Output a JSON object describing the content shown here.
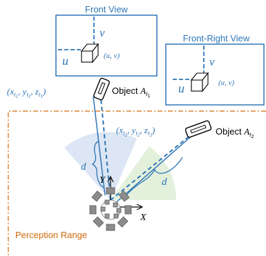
{
  "views": {
    "front": {
      "title": "Front View",
      "u": "u",
      "v": "v",
      "uv": "(u, v)"
    },
    "front_right": {
      "title": "Front-Right View",
      "u": "u",
      "v": "v",
      "uv": "(u, v)"
    }
  },
  "objects": {
    "t1": {
      "coords": "(x_{t_1}, y_{t_1}, z_{t_1})",
      "label": "Object A_{t_1}",
      "distance": "d"
    },
    "t2": {
      "coords": "(x_{t_2}, y_{t_2}, z_{t_2})",
      "label": "Object A_{t_2}",
      "distance": "d"
    }
  },
  "axes": {
    "y": "Y",
    "x": "X"
  },
  "perception_range": "Perception Range",
  "colors": {
    "blue": "#2e75b6",
    "orange": "#d06a0a",
    "wedge_blue": "#dce6f4",
    "wedge_green": "#e3f0dc",
    "sensor": "#8c8c8c"
  }
}
